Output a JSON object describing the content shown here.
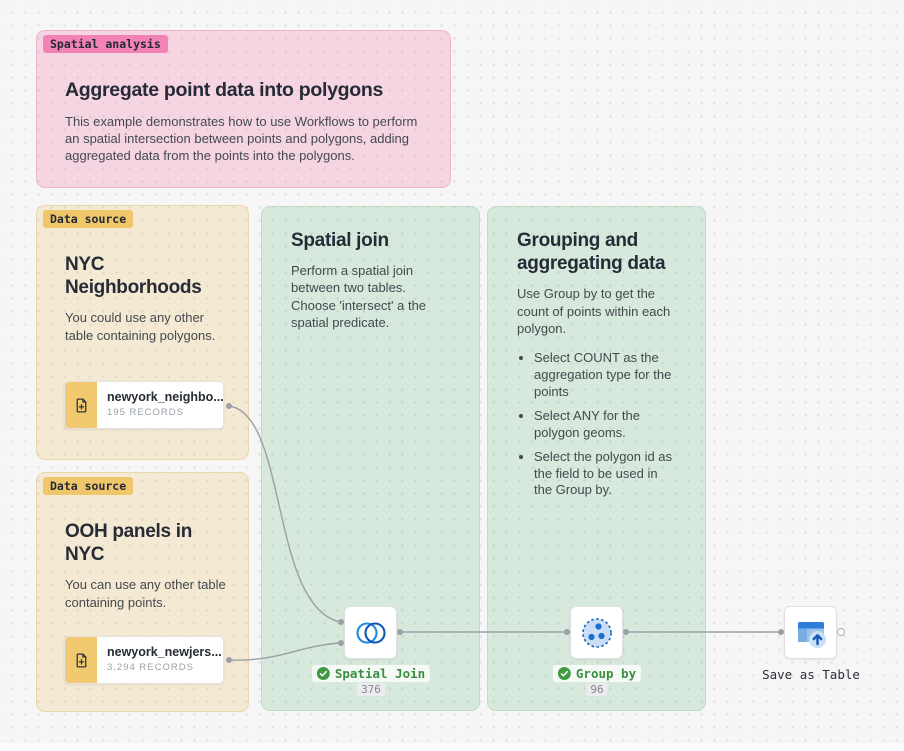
{
  "colors": {
    "canvas_bg": "#f6f6f7",
    "dot_color": "#d9dadc",
    "accent_pink": "#f283b4",
    "accent_amber": "#efc76a",
    "node_amber": "#f2c96f",
    "wire_gray": "#9aa0a6",
    "success_green": "#3f9a43",
    "label_green": "#3a8e41",
    "blue_primary": "#1a6fd4",
    "blue_dark": "#1456b8",
    "text_dark": "#262b36",
    "text_body": "#45494f",
    "text_muted": "#9aa0a6"
  },
  "note": {
    "tag": "Spatial analysis",
    "title": "Aggregate point data into polygons",
    "description": "This example demonstrates how to use Workflows to perform an spatial intersection between points and polygons, adding aggregated data from the points into the polygons."
  },
  "data_sources": [
    {
      "tag": "Data source",
      "title": "NYC Neighborhoods",
      "description": "You could use any other table containing polygons.",
      "node": {
        "table_name": "newyork_neighbo...",
        "records": "195 RECORDS"
      }
    },
    {
      "tag": "Data source",
      "title": "OOH panels in NYC",
      "description": "You can use any other table containing points.",
      "node": {
        "table_name": "newyork_newjers...",
        "records": "3,294 RECORDS"
      }
    }
  ],
  "steps": [
    {
      "title": "Spatial join",
      "description": "Perform a spatial join between two tables. Choose 'intersect' a the spatial predicate."
    },
    {
      "title": "Grouping and aggregating data",
      "description": "Use Group by to get the count of points within each polygon.",
      "bullets": [
        "Select COUNT as the aggregation type for the points",
        "Select ANY for the polygon geoms.",
        "Select the polygon id as the field to be used in the Group by."
      ]
    }
  ],
  "workflow_nodes": [
    {
      "label": "Spatial Join",
      "count": "376",
      "status": "success",
      "icon": "spatial-join-icon"
    },
    {
      "label": "Group by",
      "count": "96",
      "status": "success",
      "icon": "group-by-icon"
    },
    {
      "label": "Save as Table",
      "icon": "save-as-table-icon"
    }
  ]
}
